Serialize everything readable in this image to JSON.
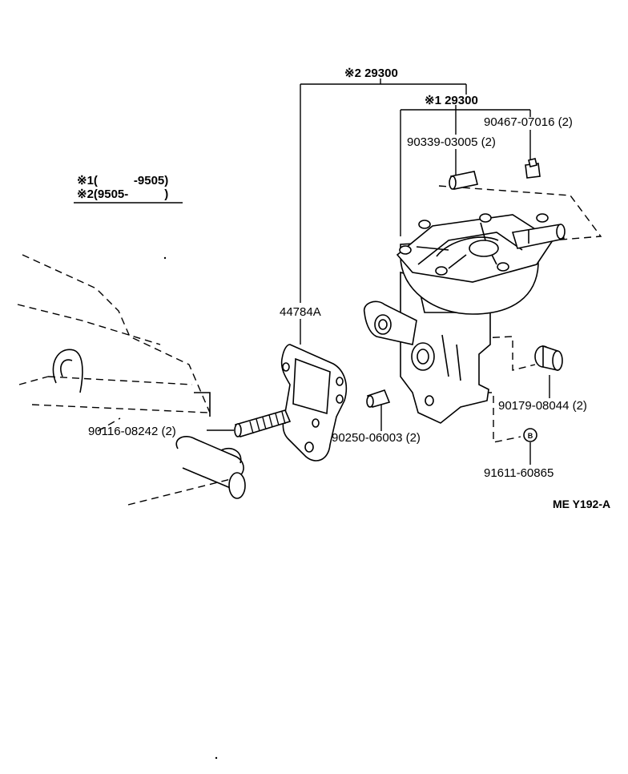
{
  "assembly": {
    "top_label": "※2 29300",
    "sub_label": "※1 29300"
  },
  "legend": {
    "row1": "※1(　　　-9505)",
    "row2": "※2(9505-　　　)"
  },
  "callouts": {
    "gasket": "44784A",
    "stud": "90116-08242 (2)",
    "pin": "90250-06003 (2)",
    "seal_sleeve": "90339-03005 (2)",
    "screw": "90467-07016 (2)",
    "plug": "90179-08044 (2)",
    "nut": "91611-60865"
  },
  "diagram_code": "ME Y192-A"
}
